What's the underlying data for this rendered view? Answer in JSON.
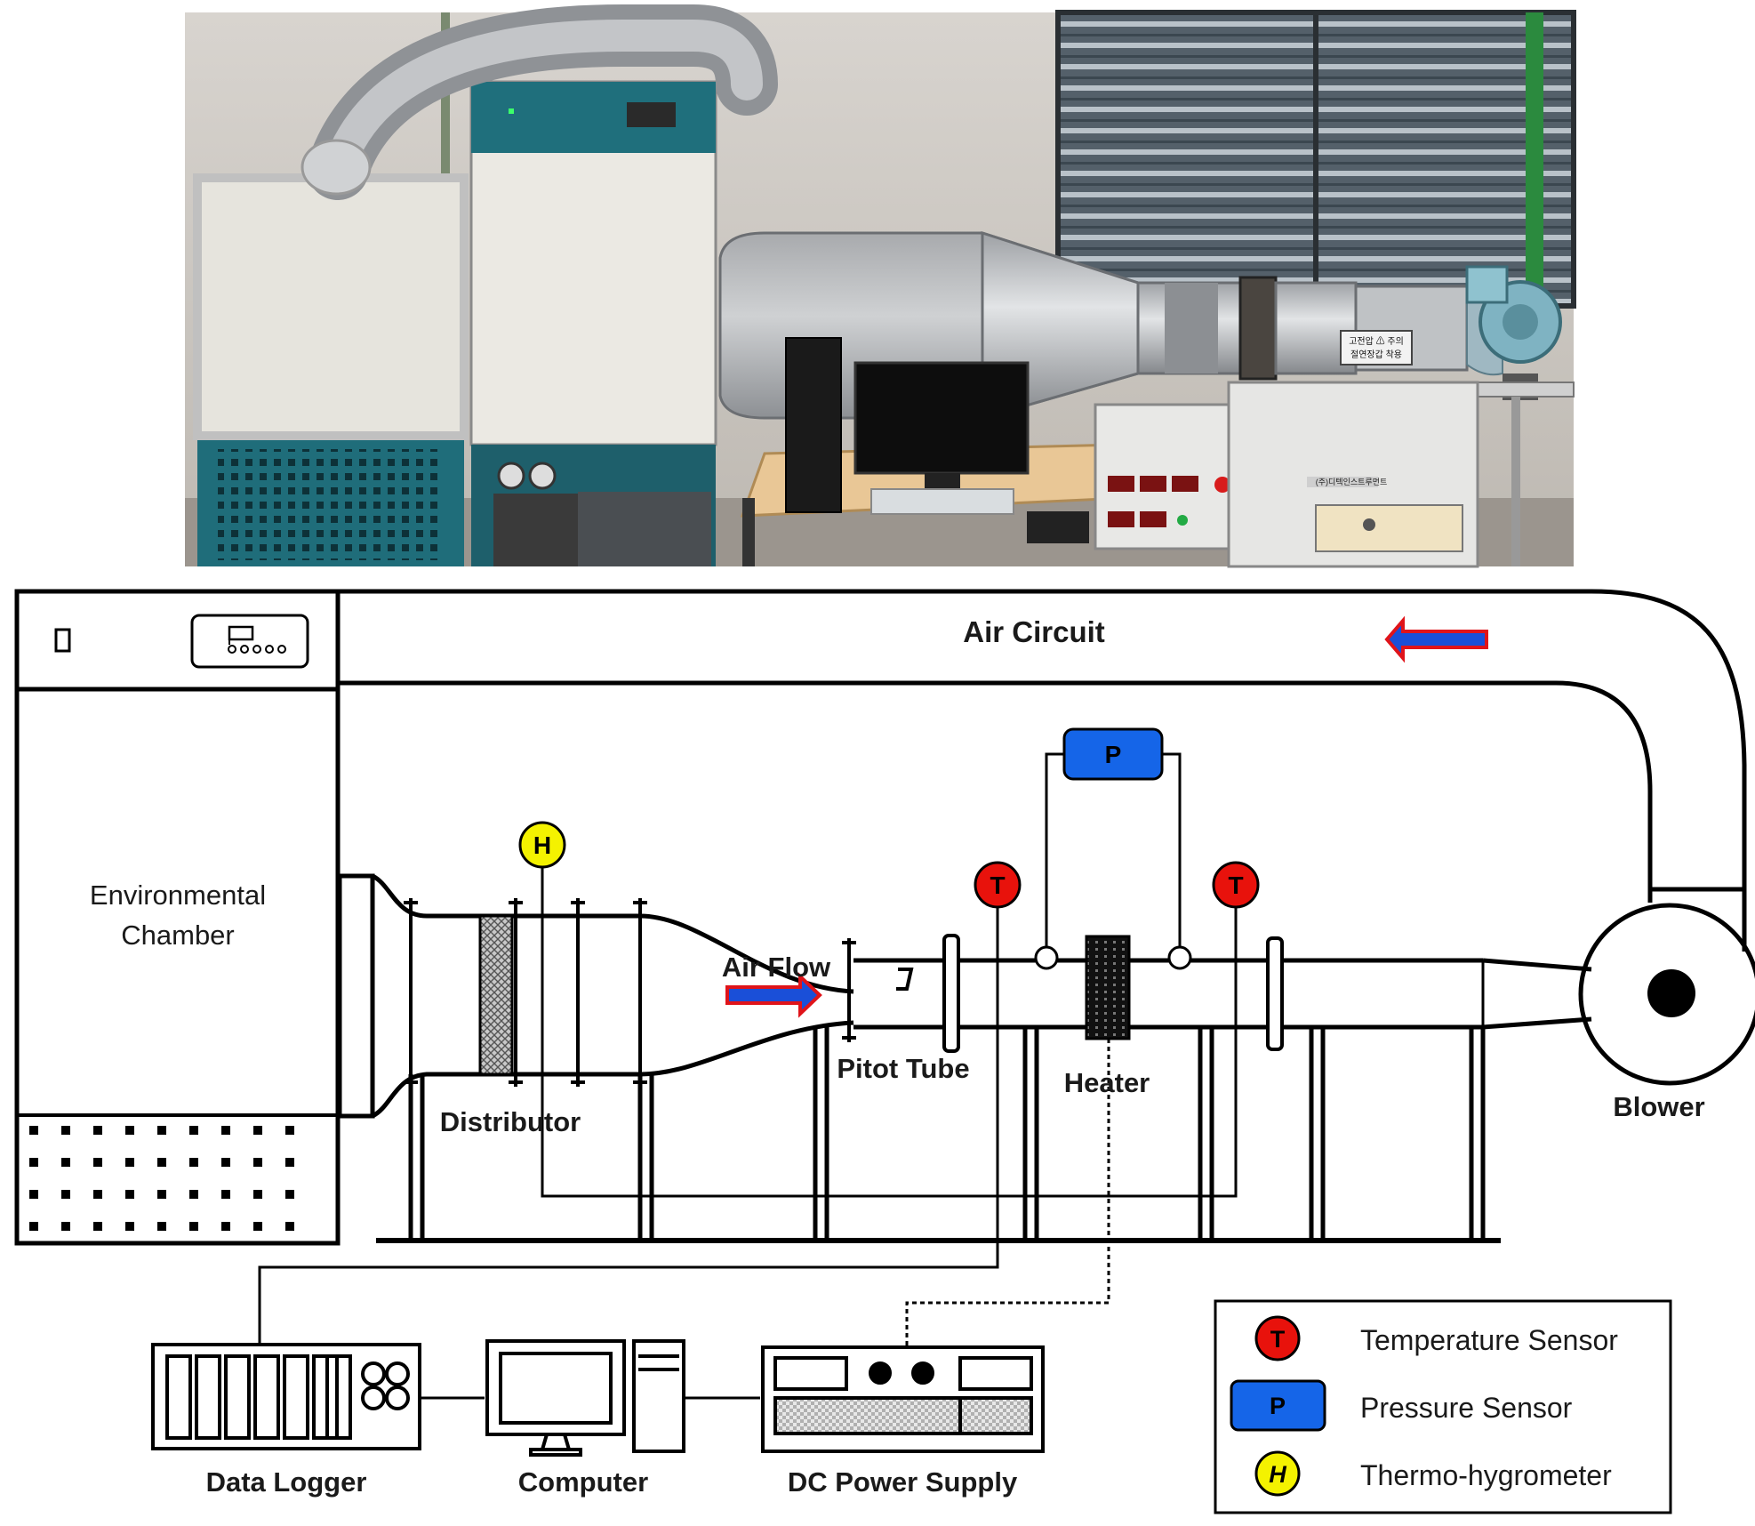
{
  "diagram": {
    "air_circuit_label": "Air Circuit",
    "environmental_chamber_label": [
      "Environmental",
      "Chamber"
    ],
    "air_flow_label": "Air Flow",
    "distributor_label": "Distributor",
    "pitot_tube_label": "Pitot Tube",
    "heater_label": "Heater",
    "blower_label": "Blower",
    "data_logger_label": "Data Logger",
    "computer_label": "Computer",
    "dc_power_supply_label": "DC Power Supply",
    "sensor_symbols": {
      "temperature": "T",
      "pressure": "P",
      "hygrometer": "H"
    }
  },
  "legend": {
    "items": [
      {
        "symbol": "T",
        "label": "Temperature Sensor",
        "color": "#e8120c"
      },
      {
        "symbol": "P",
        "label": "Pressure Sensor",
        "color": "#1565e8"
      },
      {
        "symbol": "H",
        "label": "Thermo-hygrometer",
        "color": "#f4f200"
      }
    ]
  },
  "photo": {
    "warning_label": [
      "고전압 ⚠ 주의",
      "절연장갑 착용"
    ],
    "panel_label": "(주)디텍인스트루먼트"
  },
  "colors": {
    "arrow_blue": "#1a4fd8",
    "arrow_red_outline": "#e0141a",
    "temperature_red": "#e8120c",
    "pressure_blue": "#1565e8",
    "hygrometer_yellow": "#f4f200"
  }
}
